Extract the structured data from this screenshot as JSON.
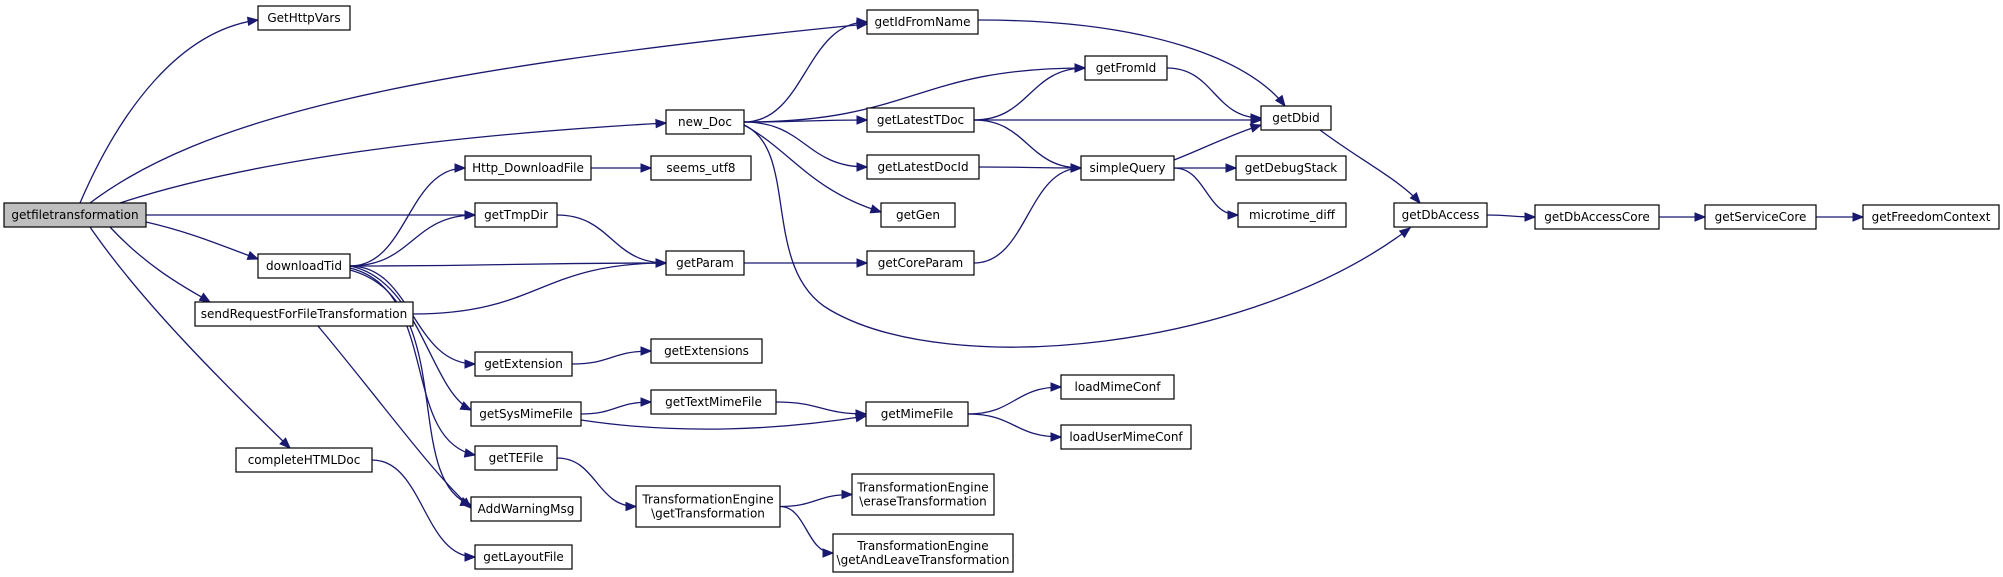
{
  "nodes": [
    {
      "id": "getfiletransformation",
      "lines": [
        "getfiletransformation"
      ],
      "root": true
    },
    {
      "id": "GetHttpVars",
      "lines": [
        "GetHttpVars"
      ]
    },
    {
      "id": "getIdFromName",
      "lines": [
        "getIdFromName"
      ]
    },
    {
      "id": "new_Doc",
      "lines": [
        "new_Doc"
      ]
    },
    {
      "id": "getFromId",
      "lines": [
        "getFromId"
      ]
    },
    {
      "id": "getLatestTDoc",
      "lines": [
        "getLatestTDoc"
      ]
    },
    {
      "id": "getDbid",
      "lines": [
        "getDbid"
      ]
    },
    {
      "id": "Http_DownloadFile",
      "lines": [
        "Http_DownloadFile"
      ]
    },
    {
      "id": "seems_utf8",
      "lines": [
        "seems_utf8"
      ]
    },
    {
      "id": "getLatestDocId",
      "lines": [
        "getLatestDocId"
      ]
    },
    {
      "id": "simpleQuery",
      "lines": [
        "simpleQuery"
      ]
    },
    {
      "id": "getDebugStack",
      "lines": [
        "getDebugStack"
      ]
    },
    {
      "id": "getTmpDir",
      "lines": [
        "getTmpDir"
      ]
    },
    {
      "id": "getGen",
      "lines": [
        "getGen"
      ]
    },
    {
      "id": "microtime_diff",
      "lines": [
        "microtime_diff"
      ]
    },
    {
      "id": "getDbAccess",
      "lines": [
        "getDbAccess"
      ]
    },
    {
      "id": "getDbAccessCore",
      "lines": [
        "getDbAccessCore"
      ]
    },
    {
      "id": "getServiceCore",
      "lines": [
        "getServiceCore"
      ]
    },
    {
      "id": "getFreedomContext",
      "lines": [
        "getFreedomContext"
      ]
    },
    {
      "id": "downloadTid",
      "lines": [
        "downloadTid"
      ]
    },
    {
      "id": "getParam",
      "lines": [
        "getParam"
      ]
    },
    {
      "id": "getCoreParam",
      "lines": [
        "getCoreParam"
      ]
    },
    {
      "id": "sendRequestForFileTransformation",
      "lines": [
        "sendRequestForFileTransformation"
      ]
    },
    {
      "id": "getExtensions",
      "lines": [
        "getExtensions"
      ]
    },
    {
      "id": "getExtension",
      "lines": [
        "getExtension"
      ]
    },
    {
      "id": "loadMimeConf",
      "lines": [
        "loadMimeConf"
      ]
    },
    {
      "id": "getTextMimeFile",
      "lines": [
        "getTextMimeFile"
      ]
    },
    {
      "id": "getSysMimeFile",
      "lines": [
        "getSysMimeFile"
      ]
    },
    {
      "id": "getMimeFile",
      "lines": [
        "getMimeFile"
      ]
    },
    {
      "id": "loadUserMimeConf",
      "lines": [
        "loadUserMimeConf"
      ]
    },
    {
      "id": "completeHTMLDoc",
      "lines": [
        "completeHTMLDoc"
      ]
    },
    {
      "id": "getTEFile",
      "lines": [
        "getTEFile"
      ]
    },
    {
      "id": "erase",
      "lines": [
        "TransformationEngine",
        "\\eraseTransformation"
      ]
    },
    {
      "id": "AddWarningMsg",
      "lines": [
        "AddWarningMsg"
      ]
    },
    {
      "id": "getTransformation",
      "lines": [
        "TransformationEngine",
        "\\getTransformation"
      ]
    },
    {
      "id": "getAndLeave",
      "lines": [
        "TransformationEngine",
        "\\getAndLeaveTransformation"
      ]
    },
    {
      "id": "getLayoutFile",
      "lines": [
        "getLayoutFile"
      ]
    }
  ],
  "edges": [
    [
      "getfiletransformation",
      "GetHttpVars"
    ],
    [
      "getfiletransformation",
      "getIdFromName"
    ],
    [
      "getfiletransformation",
      "new_Doc"
    ],
    [
      "getfiletransformation",
      "getTmpDir"
    ],
    [
      "getfiletransformation",
      "downloadTid"
    ],
    [
      "getfiletransformation",
      "sendRequestForFileTransformation"
    ],
    [
      "getfiletransformation",
      "completeHTMLDoc"
    ],
    [
      "getIdFromName",
      "getDbid"
    ],
    [
      "new_Doc",
      "getIdFromName"
    ],
    [
      "new_Doc",
      "getFromId"
    ],
    [
      "new_Doc",
      "getLatestTDoc"
    ],
    [
      "new_Doc",
      "getLatestDocId"
    ],
    [
      "new_Doc",
      "getGen"
    ],
    [
      "new_Doc",
      "getDbAccess"
    ],
    [
      "getFromId",
      "getDbid"
    ],
    [
      "getLatestTDoc",
      "getFromId"
    ],
    [
      "getLatestTDoc",
      "getDbid"
    ],
    [
      "getLatestTDoc",
      "simpleQuery"
    ],
    [
      "getDbid",
      "getDbAccess"
    ],
    [
      "Http_DownloadFile",
      "seems_utf8"
    ],
    [
      "getLatestDocId",
      "simpleQuery"
    ],
    [
      "simpleQuery",
      "getDbid"
    ],
    [
      "simpleQuery",
      "getDebugStack"
    ],
    [
      "simpleQuery",
      "microtime_diff"
    ],
    [
      "getTmpDir",
      "getParam"
    ],
    [
      "getDbAccess",
      "getDbAccessCore"
    ],
    [
      "getDbAccessCore",
      "getServiceCore"
    ],
    [
      "getServiceCore",
      "getFreedomContext"
    ],
    [
      "downloadTid",
      "Http_DownloadFile"
    ],
    [
      "downloadTid",
      "getTmpDir"
    ],
    [
      "downloadTid",
      "getParam"
    ],
    [
      "downloadTid",
      "getExtension"
    ],
    [
      "downloadTid",
      "getSysMimeFile"
    ],
    [
      "downloadTid",
      "getTEFile"
    ],
    [
      "downloadTid",
      "AddWarningMsg"
    ],
    [
      "getParam",
      "getCoreParam"
    ],
    [
      "getCoreParam",
      "simpleQuery"
    ],
    [
      "sendRequestForFileTransformation",
      "getParam"
    ],
    [
      "sendRequestForFileTransformation",
      "AddWarningMsg"
    ],
    [
      "getExtension",
      "getExtensions"
    ],
    [
      "getTextMimeFile",
      "getMimeFile"
    ],
    [
      "getSysMimeFile",
      "getTextMimeFile"
    ],
    [
      "getSysMimeFile",
      "getMimeFile"
    ],
    [
      "getMimeFile",
      "loadMimeConf"
    ],
    [
      "getMimeFile",
      "loadUserMimeConf"
    ],
    [
      "completeHTMLDoc",
      "getLayoutFile"
    ],
    [
      "getTEFile",
      "getTransformation"
    ],
    [
      "getTransformation",
      "erase"
    ],
    [
      "getTransformation",
      "getAndLeave"
    ]
  ]
}
